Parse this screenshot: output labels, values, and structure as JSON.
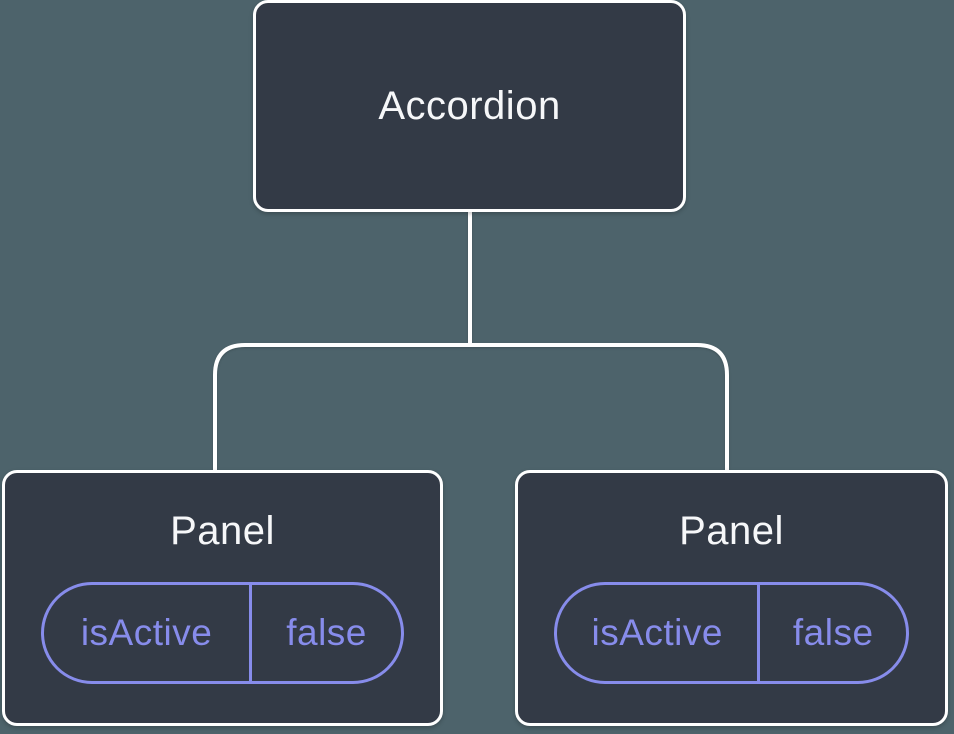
{
  "diagram": {
    "root": {
      "label": "Accordion"
    },
    "panels": [
      {
        "label": "Panel",
        "prop": {
          "name": "isActive",
          "value": "false"
        }
      },
      {
        "label": "Panel",
        "prop": {
          "name": "isActive",
          "value": "false"
        }
      }
    ]
  },
  "colors": {
    "bg": "#4d636b",
    "node-fill": "#333a46",
    "node-border": "#ffffff",
    "accent": "#878ceb",
    "text": "#f6f7f9"
  }
}
